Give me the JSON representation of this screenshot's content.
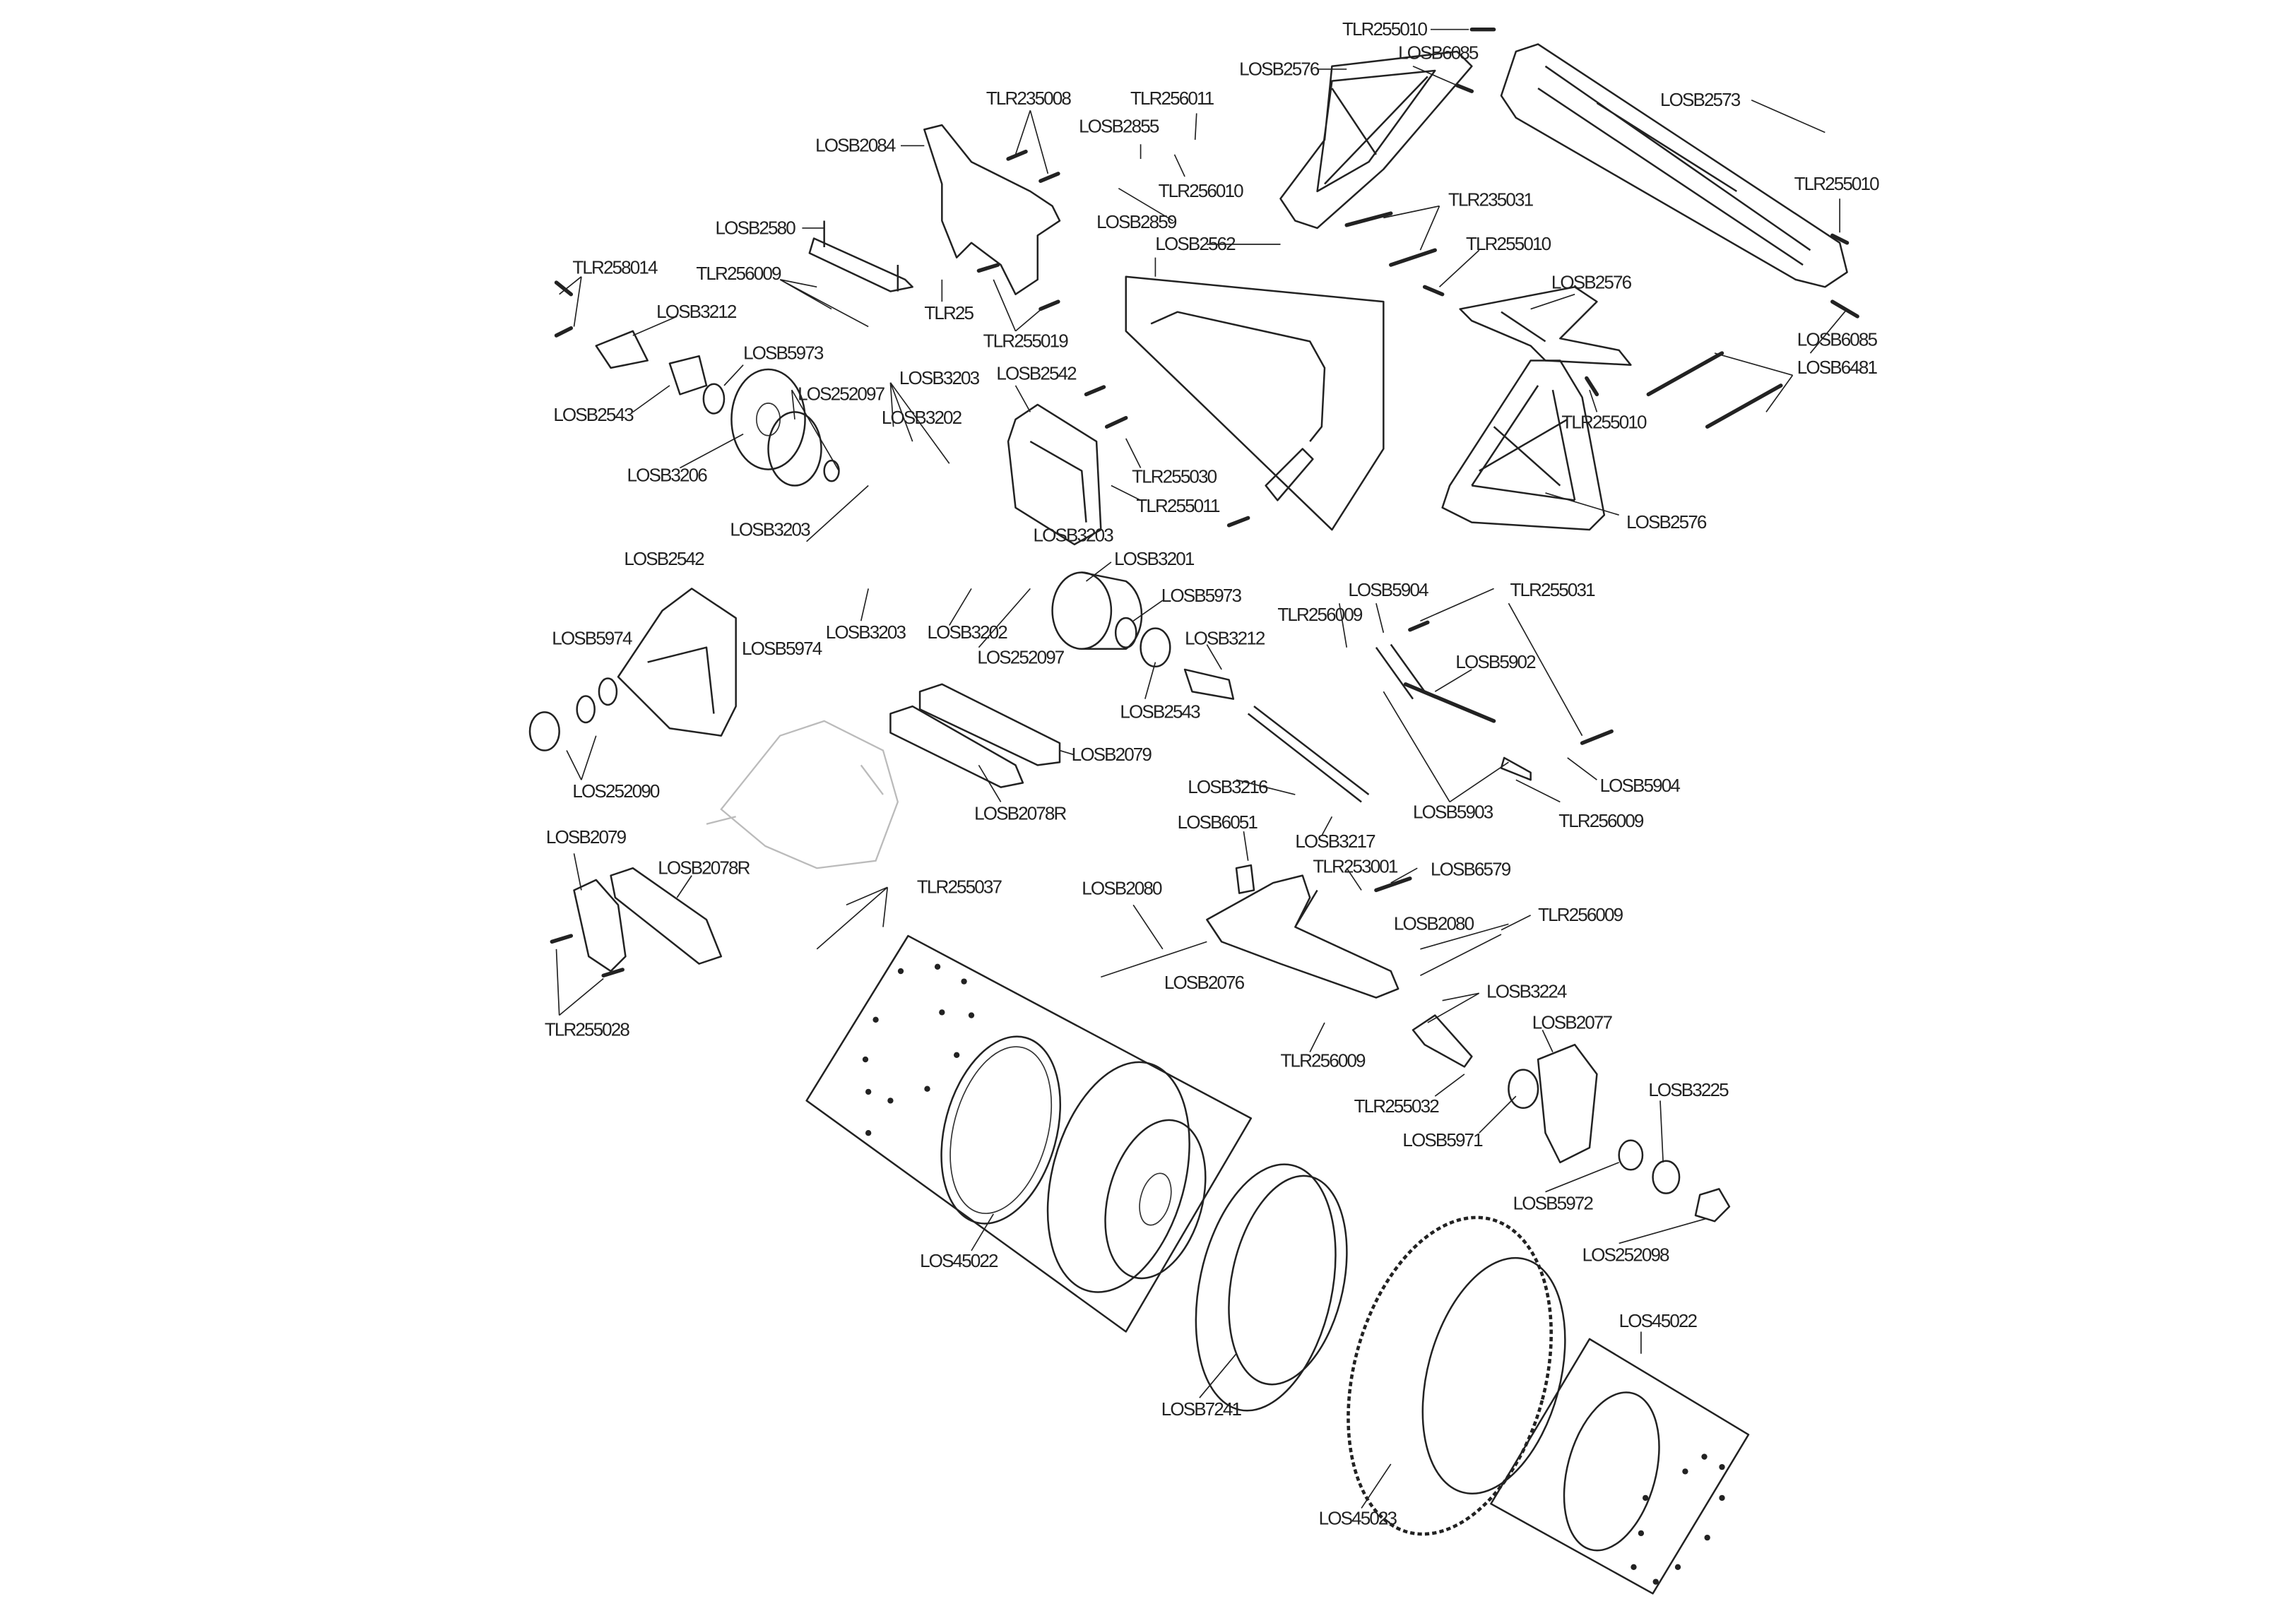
{
  "title": "Rear exploded parts diagram",
  "labels": [
    "TLR255010",
    "LOSB2576",
    "LOSB6085",
    "LOSB2573",
    "TLR235008",
    "TLR256011",
    "LOSB2855",
    "LOSB2084",
    "TLR256010",
    "TLR255010",
    "TLR235031",
    "LOSB2859",
    "LOSB2580",
    "LOSB2562",
    "TLR255010",
    "TLR258014",
    "TLR256009",
    "TLR25",
    "LOSB2576",
    "LOSB3212",
    "TLR255019",
    "LOSB6085",
    "LOSB5973",
    "LOSB3203",
    "LOSB2542",
    "LOSB6481",
    "LOS252097",
    "LOSB2543",
    "LOSB3202",
    "TLR255010",
    "LOSB3206",
    "TLR255030",
    "TLR255011",
    "LOSB3203",
    "LOSB2576",
    "LOSB3203",
    "LOSB3201",
    "LOSB2542",
    "LOSB5904",
    "TLR255031",
    "LOSB5973",
    "TLR256009",
    "LOSB5974",
    "LOSB3212",
    "LOSB3203",
    "LOSB3202",
    "LOSB5974",
    "LOS252097",
    "LOSB5902",
    "LOSB2543",
    "LOSB2079",
    "LOSB5904",
    "LOS252090",
    "LOSB3216",
    "LOSB2078R",
    "LOSB5903",
    "TLR256009",
    "LOSB6051",
    "LOSB3217",
    "LOSB2079",
    "LOSB2078R",
    "TLR253001",
    "LOSB6579",
    "TLR255037",
    "LOSB2080",
    "TLR256009",
    "LOSB2080",
    "LOSB2076",
    "LOSB3224",
    "LOSB2077",
    "TLR255028",
    "TLR256009",
    "TLR255032",
    "LOSB3225",
    "LOSB5971",
    "LOSB5972",
    "LOS252098",
    "LOS45022",
    "LOS45022",
    "LOSB7241",
    "LOS45023"
  ]
}
